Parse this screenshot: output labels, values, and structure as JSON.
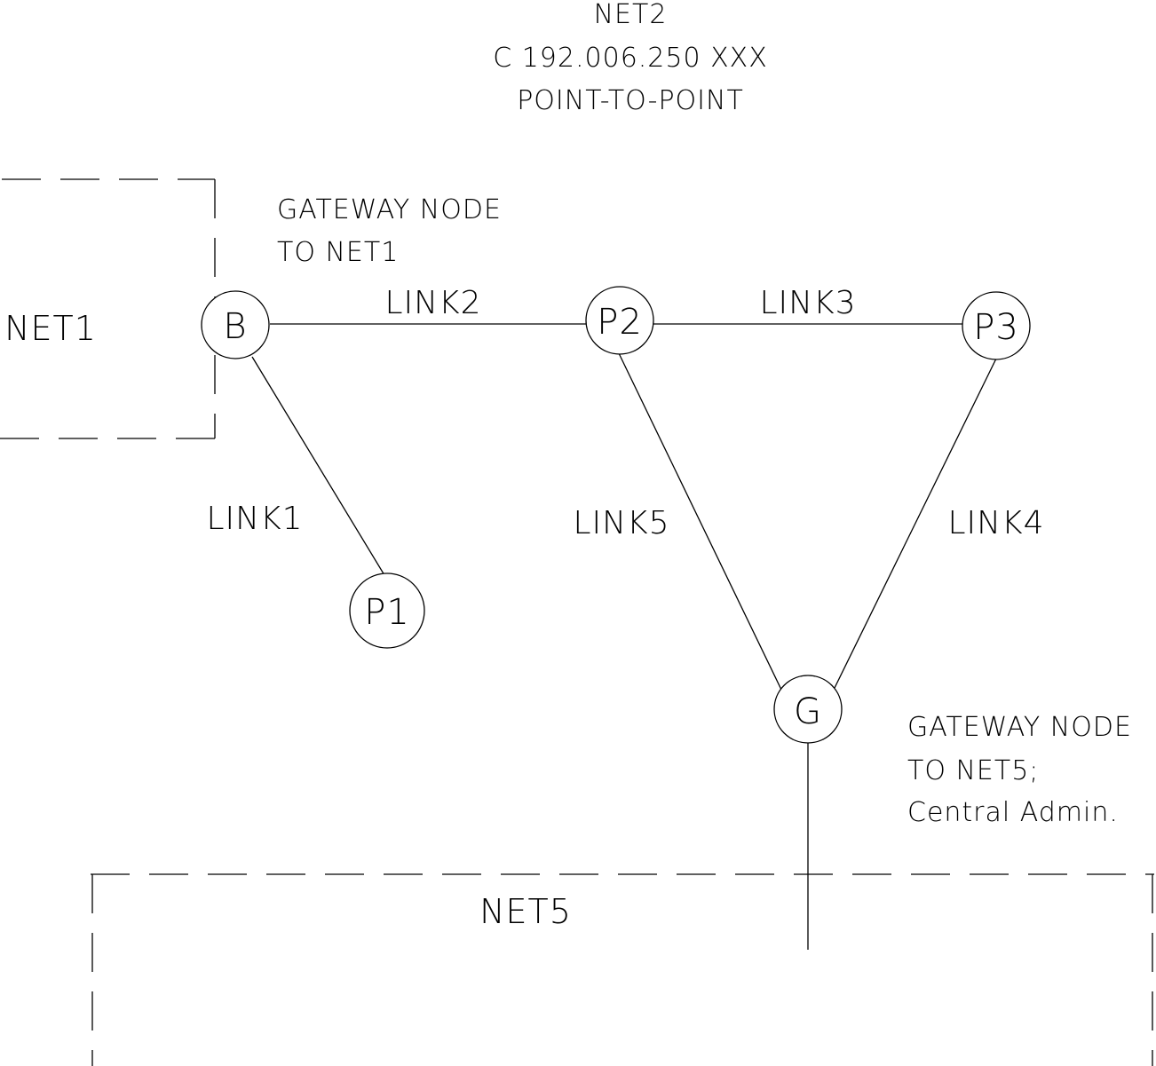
{
  "header": {
    "lines": [
      "NET2",
      "C 192.006.250 XXX",
      "POINT-TO-POINT"
    ]
  },
  "nodes": [
    {
      "id": "B",
      "label": "B"
    },
    {
      "id": "P2",
      "label": "P2"
    },
    {
      "id": "P3",
      "label": "P3"
    },
    {
      "id": "P1",
      "label": "P1"
    },
    {
      "id": "G",
      "label": "G"
    }
  ],
  "links": [
    {
      "id": "link1",
      "label": "LINK1",
      "from": "B",
      "to": "P1"
    },
    {
      "id": "link2",
      "label": "LINK2",
      "from": "B",
      "to": "P2"
    },
    {
      "id": "link3",
      "label": "LINK3",
      "from": "P2",
      "to": "P3"
    },
    {
      "id": "link4",
      "label": "LINK4",
      "from": "P3",
      "to": "G"
    },
    {
      "id": "link5",
      "label": "LINK5",
      "from": "P2",
      "to": "G"
    }
  ],
  "networks": {
    "net1": {
      "label": "NET1"
    },
    "net5": {
      "label": "NET5"
    }
  },
  "notes": {
    "gateway_b": {
      "lines": [
        "GATEWAY NODE",
        "TO NET1"
      ]
    },
    "gateway_g": {
      "lines": [
        "GATEWAY NODE",
        "TO NET5;",
        "Central Admin."
      ]
    }
  }
}
